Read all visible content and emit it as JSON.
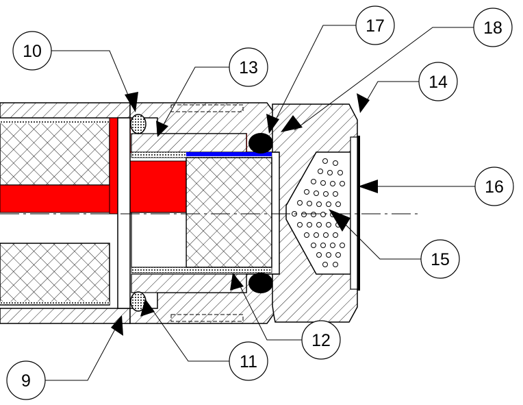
{
  "callouts": [
    {
      "id": "9",
      "label": "9"
    },
    {
      "id": "10",
      "label": "10"
    },
    {
      "id": "11",
      "label": "11"
    },
    {
      "id": "12",
      "label": "12"
    },
    {
      "id": "13",
      "label": "13"
    },
    {
      "id": "14",
      "label": "14"
    },
    {
      "id": "15",
      "label": "15"
    },
    {
      "id": "16",
      "label": "16"
    },
    {
      "id": "17",
      "label": "17"
    },
    {
      "id": "18",
      "label": "18"
    }
  ],
  "colors": {
    "line": "#000000",
    "accent_red": "#ff0000",
    "accent_blue": "#0000ff",
    "background": "#ffffff"
  }
}
